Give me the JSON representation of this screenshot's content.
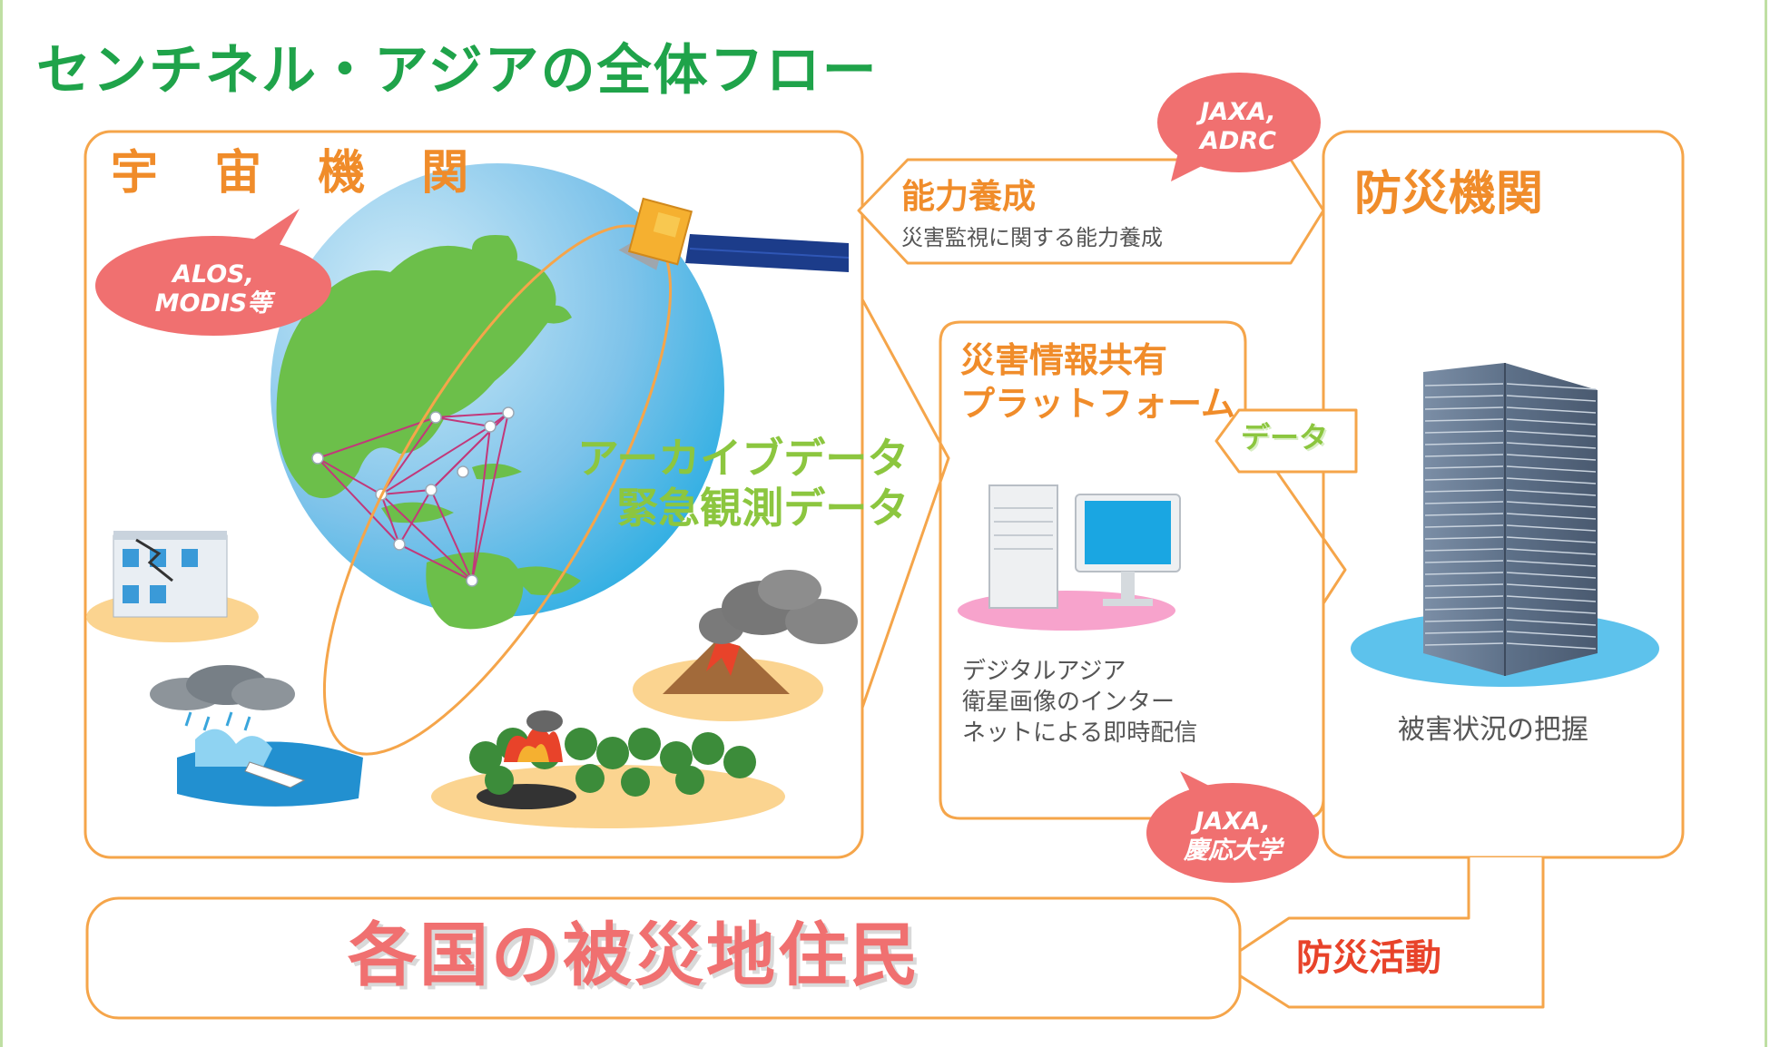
{
  "title": "センチネル・アジアの全体フロー",
  "space_agencies": {
    "title": "宇 宙 機 関",
    "bubble": "ALOS,\nMODIS等"
  },
  "archive_label": "アーカイブデータ\n緊急観測データ",
  "capacity_building": {
    "title": "能力養成",
    "subtitle": "災害監視に関する能力養成",
    "bubble": "JAXA,\nADRC"
  },
  "platform": {
    "title": "災害情報共有\nプラットフォーム",
    "description": "デジタルアジア\n衛星画像のインター\nネットによる即時配信",
    "bubble": "JAXA,\n慶応大学"
  },
  "data_arrow_label": "データ",
  "disaster_agencies": {
    "title": "防災機関",
    "description": "被害状況の把握"
  },
  "residents": "各国の被災地住民",
  "activity_label": "防災活動",
  "colors": {
    "title_green": "#1fa34a",
    "orange": "#f08c2a",
    "bubble_pink": "#f07070",
    "data_green": "#8cc63f",
    "activity_red": "#e8432a"
  }
}
